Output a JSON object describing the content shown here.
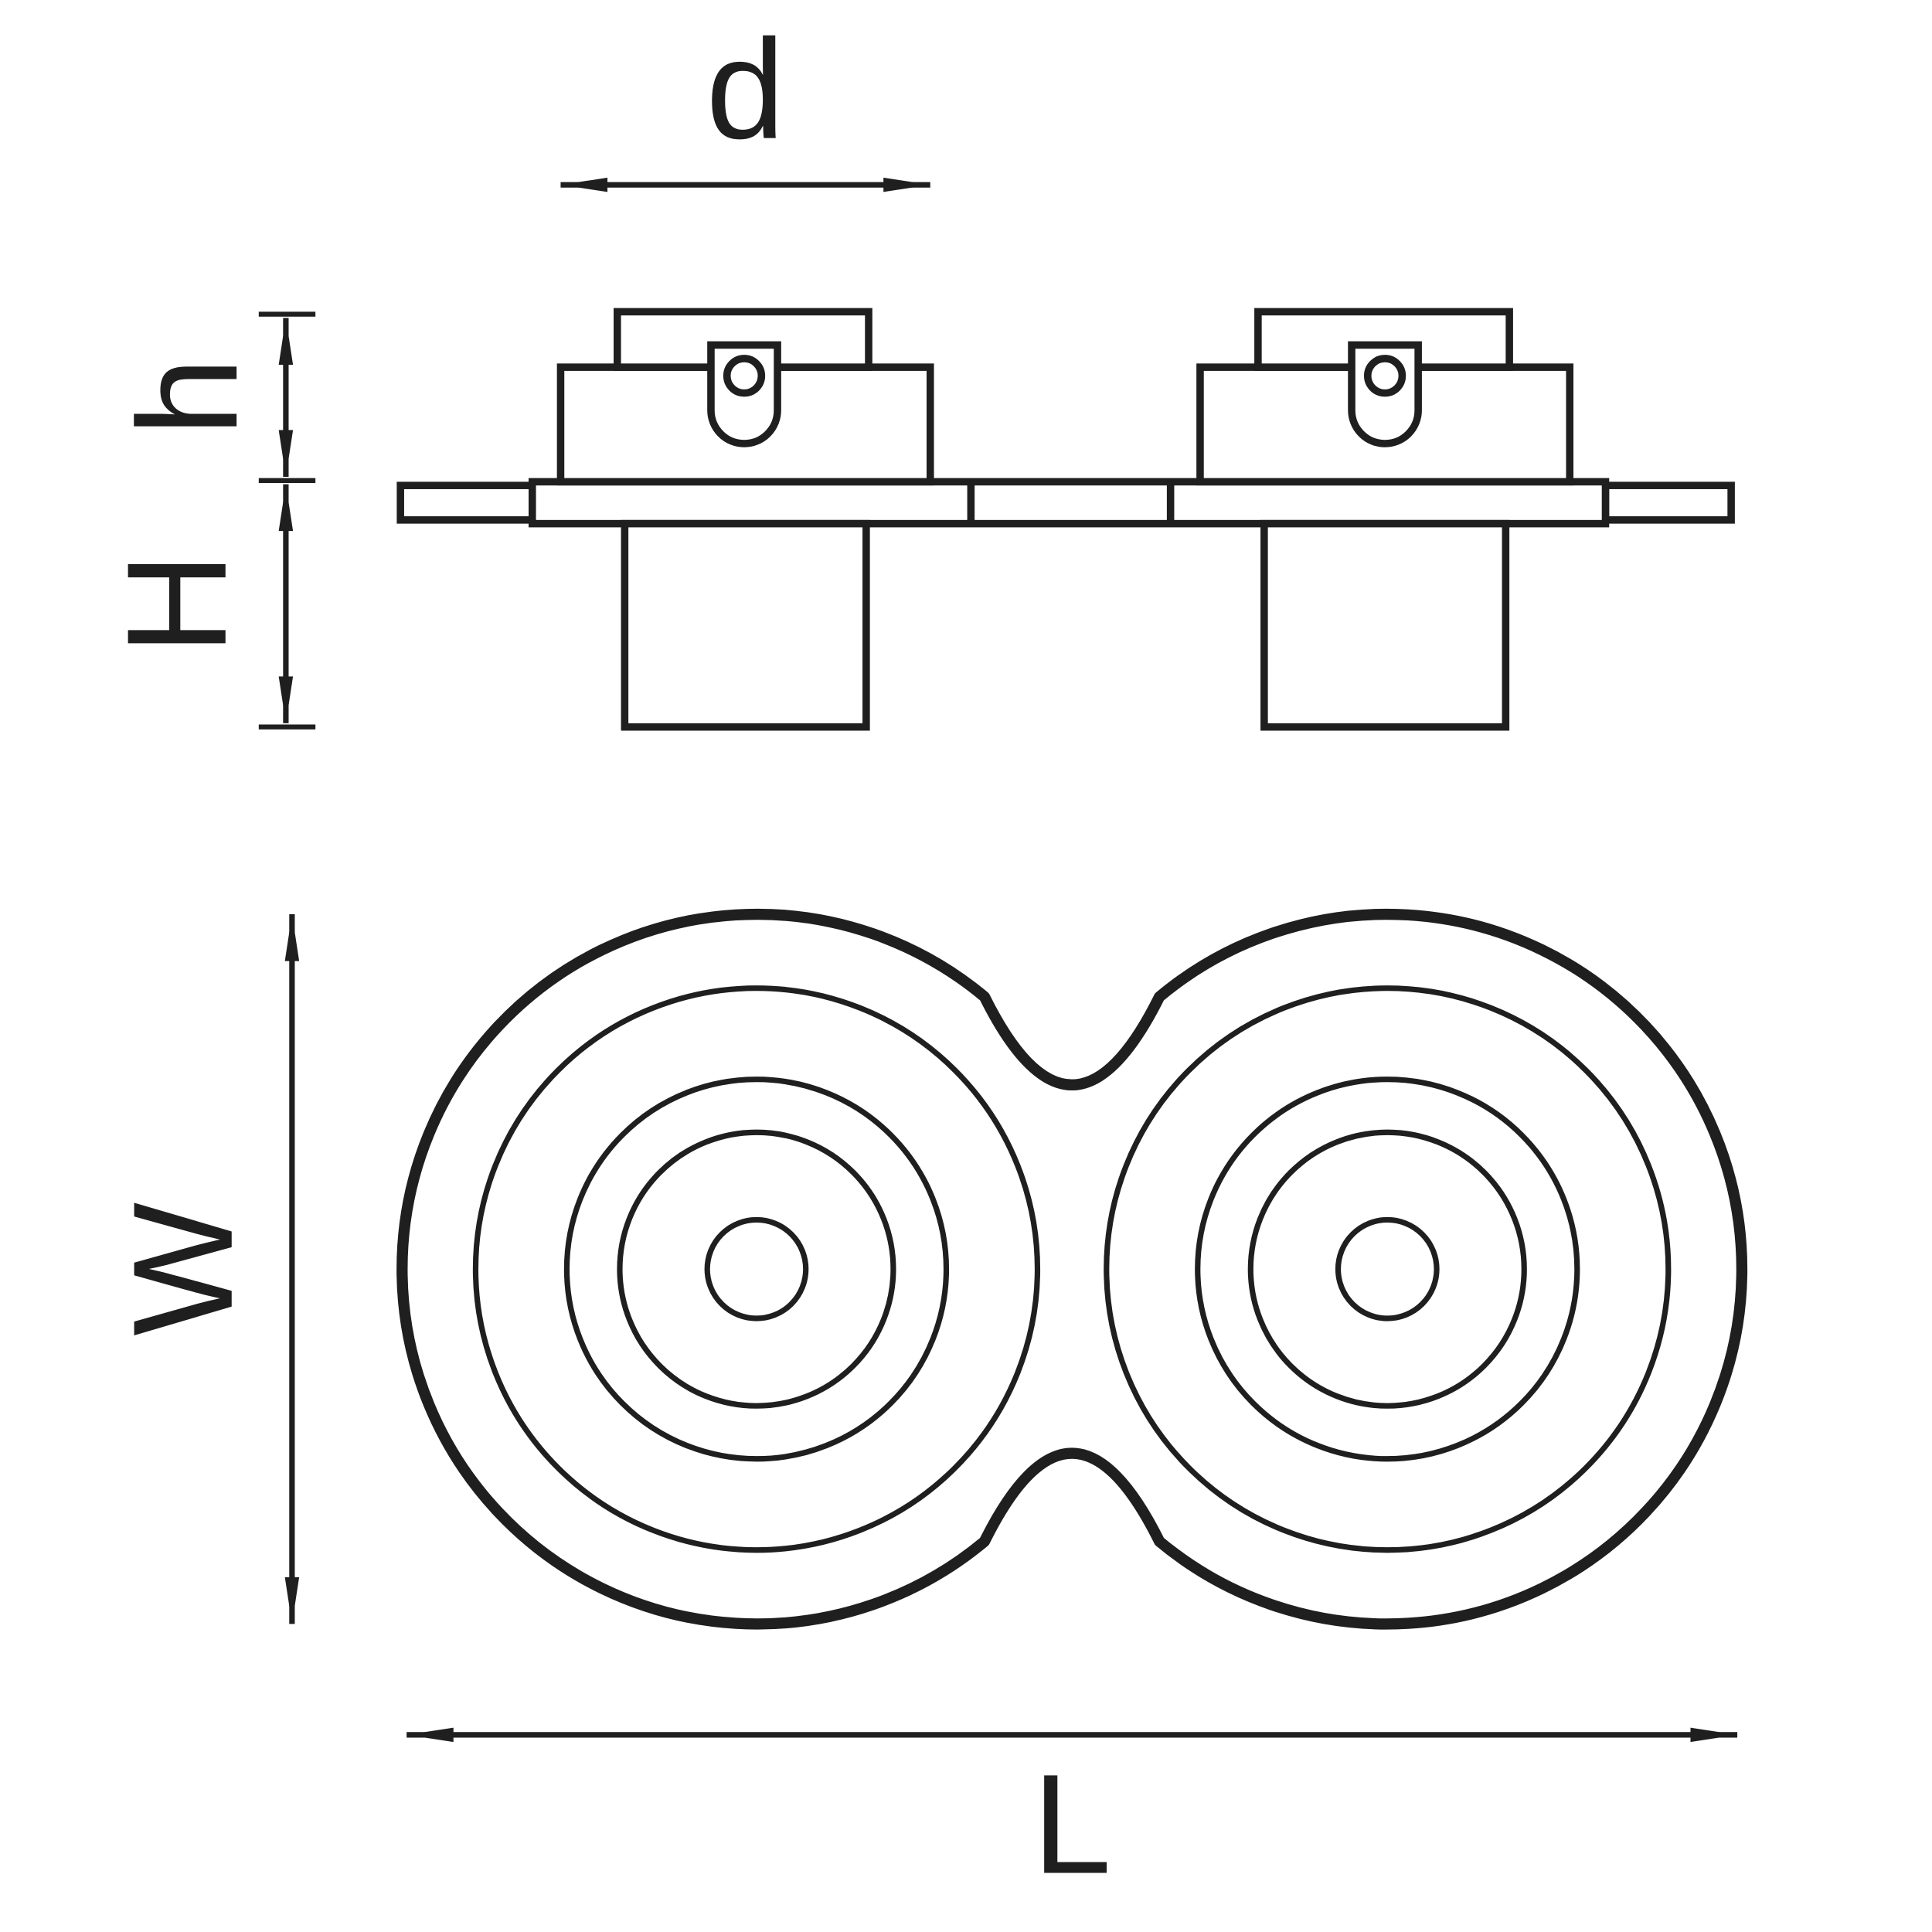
{
  "diagram": {
    "type": "technical-dimension-drawing",
    "colors": {
      "line": "#1f1f1f",
      "background": "#ffffff"
    },
    "labels": {
      "d": "d",
      "h": "h",
      "H": "H",
      "W": "W",
      "L": "L"
    }
  }
}
